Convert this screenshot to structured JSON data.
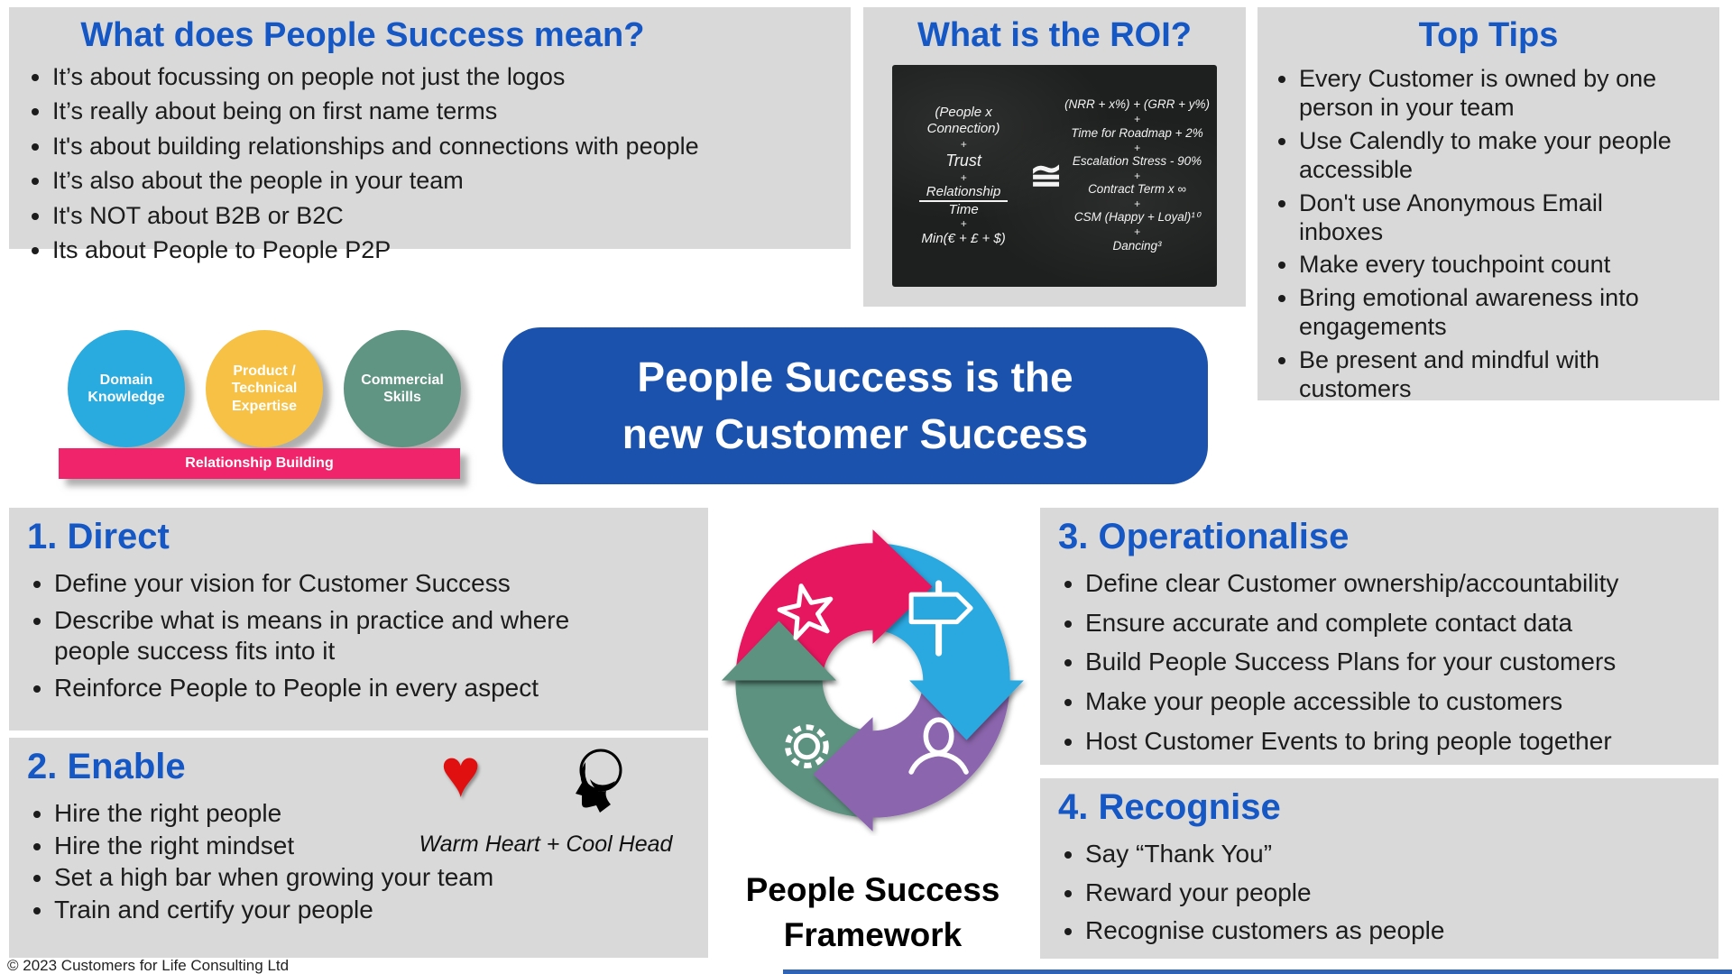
{
  "page": {
    "copyright": "© 2023 Customers for Life Consulting Ltd"
  },
  "colors": {
    "panel_gray": "#d9d9d9",
    "heading_blue": "#1557c4",
    "banner_blue": "#1a52ae",
    "board_black": "#1e201f",
    "chalk_white": "#f3f3f3",
    "circle_blue": "#2aabdf",
    "circle_yellow": "#f6c144",
    "circle_green": "#609483",
    "bar_pink": "#f0246b",
    "heart_red": "#e01010",
    "accent_bar_blue": "#2f63b6"
  },
  "panels": {
    "what_means": {
      "title": "What does People Success mean?",
      "bullets": [
        "It’s about focussing on people not just the logos",
        "It’s really about being on first name terms",
        "It's about building relationships and connections with people",
        "It’s also about the people in your team",
        "It's NOT about B2B or B2C",
        "Its about People to People P2P"
      ]
    },
    "roi": {
      "title": "What is the ROI?",
      "board": {
        "left_lines": [
          "(People x Connection)",
          "+",
          "Trust",
          "+",
          "Relationship",
          "Time",
          "+",
          "Min(€ + £ + $)"
        ],
        "approx_symbol": "≅",
        "right_lines": [
          "(NRR + x%) + (GRR + y%)",
          "+",
          "Time for Roadmap + 2%",
          "+",
          "Escalation Stress - 90%",
          "+",
          "Contract Term x ∞",
          "+",
          "CSM (Happy + Loyal)¹⁰",
          "+",
          "Dancing³"
        ]
      }
    },
    "top_tips": {
      "title": "Top Tips",
      "bullets": [
        "Every Customer is owned by one person in your team",
        "Use Calendly to make your people accessible",
        "Don't use Anonymous Email inboxes",
        "Make every touchpoint count",
        "Bring emotional awareness into engagements",
        "Be present and mindful with customers"
      ]
    },
    "direct": {
      "title": "1. Direct",
      "bullets": [
        "Define your vision for Customer Success",
        "Describe what is means in practice and where people success fits into it",
        "Reinforce People to People in every aspect"
      ]
    },
    "enable": {
      "title": "2. Enable",
      "bullets": [
        "Hire the right people",
        "Hire the right mindset",
        "Set a high bar when growing your team",
        "Train and certify your people"
      ],
      "icon_caption": "Warm Heart + Cool Head",
      "heart_glyph": "♥"
    },
    "operationalise": {
      "title": "3. Operationalise",
      "bullets": [
        "Define clear Customer ownership/accountability",
        "Ensure accurate and complete contact data",
        "Build People Success Plans for your customers",
        "Make your people accessible to customers",
        "Host Customer Events to bring people together"
      ]
    },
    "recognise": {
      "title": "4. Recognise",
      "bullets": [
        "Say “Thank You”",
        "Reward your people",
        "Recognise customers as people"
      ]
    }
  },
  "skills_diagram": {
    "circles": [
      {
        "label": "Domain\nKnowledge",
        "color": "#2aabdf"
      },
      {
        "label": "Product /\nTechnical\nExpertise",
        "color": "#f6c144"
      },
      {
        "label": "Commercial\nSkills",
        "color": "#609483"
      }
    ],
    "bar": {
      "label": "Relationship Building",
      "color": "#f0246b"
    }
  },
  "banner": {
    "line1": "People Success is the",
    "line2": "new Customer Success"
  },
  "framework": {
    "caption_line1": "People Success",
    "caption_line2": "Framework",
    "segments": [
      {
        "name": "star",
        "color": "#e6185e"
      },
      {
        "name": "signpost",
        "color": "#29a8e0"
      },
      {
        "name": "person",
        "color": "#8b65ad"
      },
      {
        "name": "gear",
        "color": "#5d9180"
      }
    ]
  }
}
